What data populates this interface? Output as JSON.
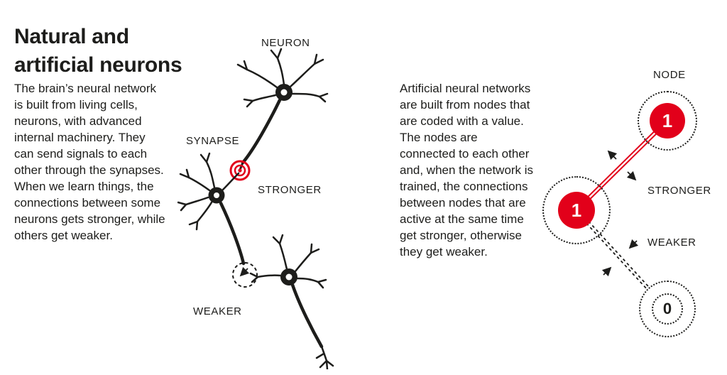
{
  "title": {
    "line1": "Natural and",
    "line2": "artificial neurons"
  },
  "natural": {
    "description": "The brain’s neural network is built from living cells, neurons, with advanced internal machinery. They can send signals to each other through the synapses. When we learn things, the connections between some neurons gets stronger, while others get weaker.",
    "labels": {
      "neuron": "NEURON",
      "synapse": "SYNAPSE",
      "stronger": "STRONGER",
      "weaker": "WEAKER"
    }
  },
  "artificial": {
    "description": "Artificial neural networks are built from nodes that are coded with a value. The nodes are connected to each other and, when the network is trained, the connections between nodes that are active at the same time get stronger, otherwise they get weaker.",
    "labels": {
      "node": "NODE",
      "stronger": "STRONGER",
      "weaker": "WEAKER"
    },
    "nodes": [
      {
        "value": "1"
      },
      {
        "value": "1"
      },
      {
        "value": "0"
      }
    ]
  },
  "colors": {
    "accent_red": "#e2001a",
    "ink": "#1d1d1b"
  }
}
